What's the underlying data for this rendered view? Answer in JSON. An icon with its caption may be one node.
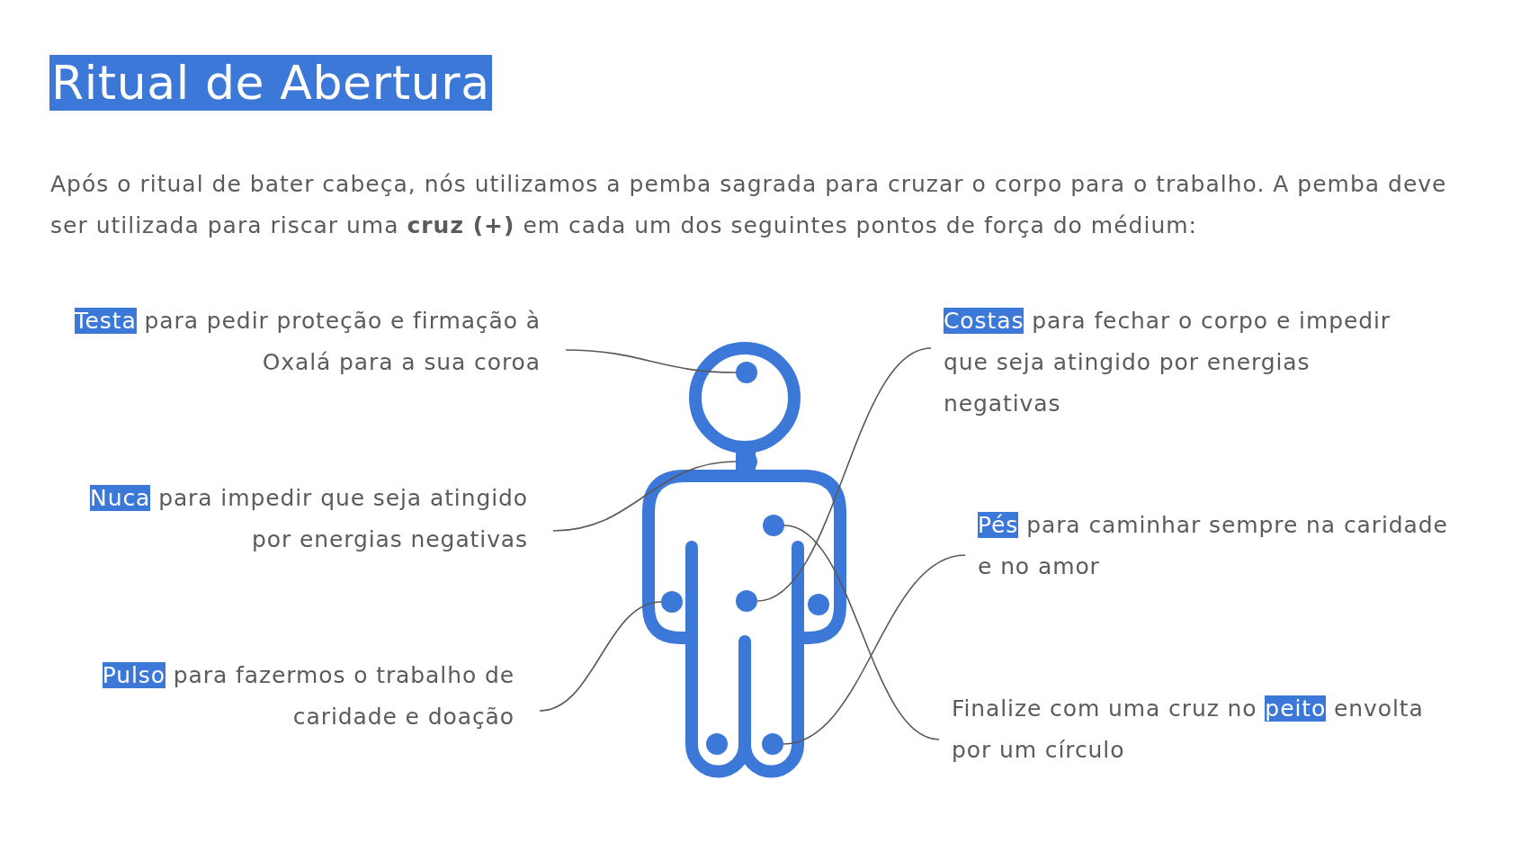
{
  "diagram": {
    "title": "Ritual de Abertura",
    "nodes": [
      {
        "text": [
          "Testa",
          "para pedir proteção e firmação à Oxalá para a sua coroa"
        ]
      },
      {
        "text": [
          "Costas",
          "para fechar o corpo e impedir que seja atingido por energias negativas"
        ]
      },
      {
        "text": [
          "Nuca",
          "para impedir que seja atingido por energias negativas"
        ]
      },
      {
        "text": [
          "Pés",
          "para caminhar sempre na caridade e no amor"
        ]
      },
      {
        "text": [
          "Pulso",
          "para fazermos o trabalho de caridade e doação"
        ]
      },
      {
        "text": [
          "Finalize com uma cruz no",
          "peito",
          "envolta por um círculo"
        ]
      },
      {
        "text": [],
        "shape": "circle"
      },
      {
        "text": [],
        "shape": "circle"
      },
      {
        "text": [],
        "shape": "circle"
      },
      {
        "text": [],
        "shape": "circle"
      },
      {
        "text": [],
        "shape": "circle"
      },
      {
        "text": [],
        "shape": "circle"
      }
    ],
    "edges": [
      {
        "from": 0,
        "to": 6,
        "arrow": "none"
      },
      {
        "from": 1,
        "to": 9,
        "arrow": "none"
      },
      {
        "from": 2,
        "to": 7,
        "arrow": "none"
      },
      {
        "from": 3,
        "to": 11,
        "arrow": "none"
      },
      {
        "from": 4,
        "to": 10,
        "arrow": "none"
      },
      {
        "from": 5,
        "to": 8,
        "arrow": "none"
      }
    ],
    "labels": [
      "Após o ritual de bater cabeça, nós utilizamos a pemba sagrada para cruzar o corpo para o trabalho. A pemba deve ser utilizada para riscar uma **cruz (+)** em cada um dos seguintes pontos de força do médium:"
    ]
  }
}
